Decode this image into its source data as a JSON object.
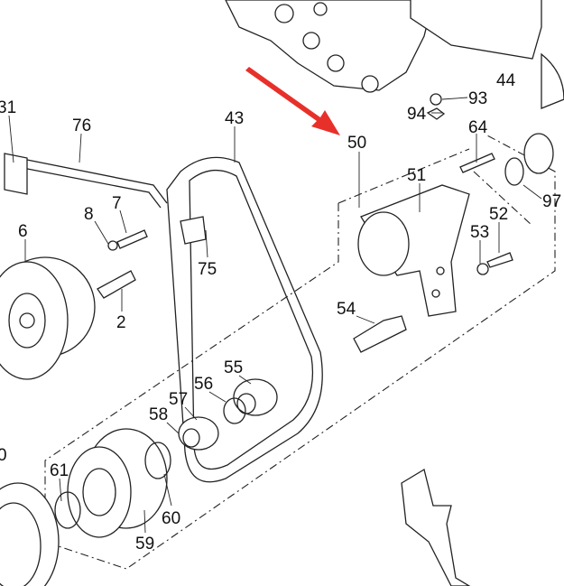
{
  "diagram": {
    "title": "Belt drive / alternator exploded parts view",
    "arrow_color": "#e8302a",
    "part_labels": {
      "p31": "31",
      "p76": "76",
      "p43": "43",
      "p50": "50",
      "p94": "94",
      "p93": "93",
      "p44": "44",
      "p64": "64",
      "p51": "51",
      "p97": "97",
      "p8": "8",
      "p7": "7",
      "p6": "6",
      "p52": "52",
      "p53": "53",
      "p75": "75",
      "p2": "2",
      "p54": "54",
      "p55": "55",
      "p56": "56",
      "p57": "57",
      "p58": "58",
      "p0": "0",
      "p61": "61",
      "p60": "60",
      "p59": "59"
    }
  }
}
